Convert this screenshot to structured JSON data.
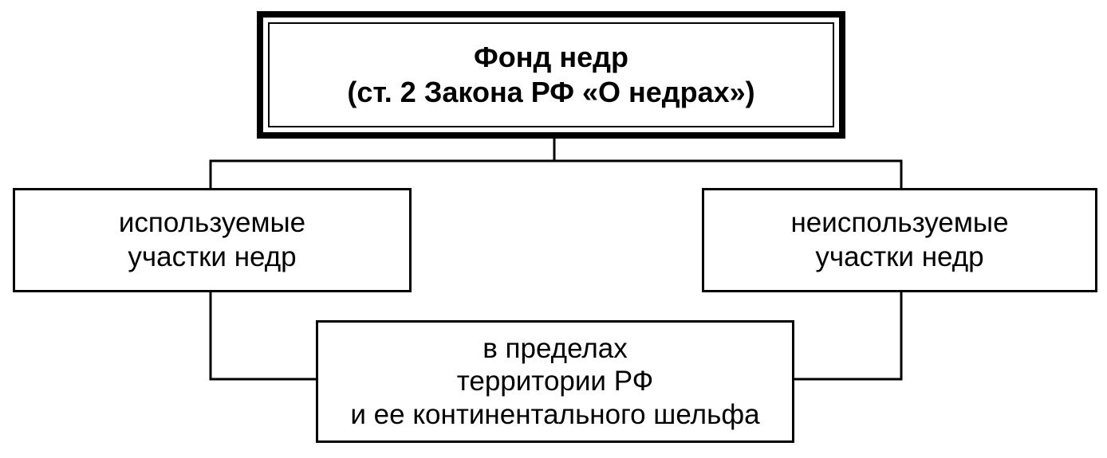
{
  "diagram": {
    "root": {
      "line1": "Фонд недр",
      "line2": "(ст. 2 Закона РФ «О недрах»)"
    },
    "left": {
      "line1": "используемые",
      "line2": "участки недр"
    },
    "right": {
      "line1": "неиспользуемые",
      "line2": "участки недр"
    },
    "bottom": {
      "line1": "в пределах",
      "line2": "территории РФ",
      "line3": "и ее континентального шельфа"
    }
  }
}
